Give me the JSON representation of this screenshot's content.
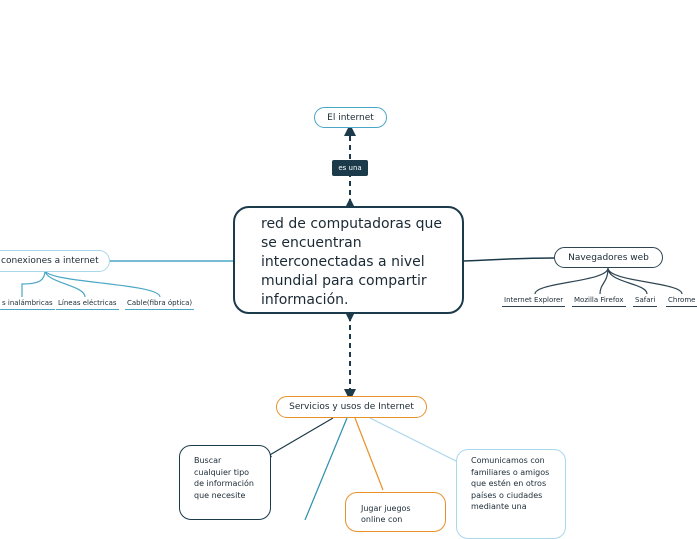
{
  "central": {
    "text": "red de computadoras que se encuentran interconectadas a nivel mundial para compartir información."
  },
  "top_node": {
    "text": "El internet"
  },
  "link_label": {
    "text": "es una"
  },
  "left_branch": {
    "title": "conexiones a internet",
    "children": [
      "s inalámbricas",
      "Líneas eléctricas",
      "Cable(fibra óptica)"
    ]
  },
  "right_branch": {
    "title": "Navegadores web",
    "children": [
      "Internet Explorer",
      "Mozilla Firefox",
      "Safari",
      "Chrome"
    ]
  },
  "bottom_branch": {
    "title": "Servicios y usos de Internet",
    "children": [
      "Buscar cualquier tipo de información que necesite",
      "Jugar juegos online con",
      "Comunicamos con familiares o amigos que estén en otros países o ciudades mediante una"
    ]
  },
  "colors": {
    "central_border": "#1b3a4a",
    "left_accent": "#4aa6c6",
    "right_accent": "#2f4450",
    "bottom_accent": "#e8912a",
    "comm_accent": "#a9d7ec",
    "teal_link": "#2a8fad"
  }
}
